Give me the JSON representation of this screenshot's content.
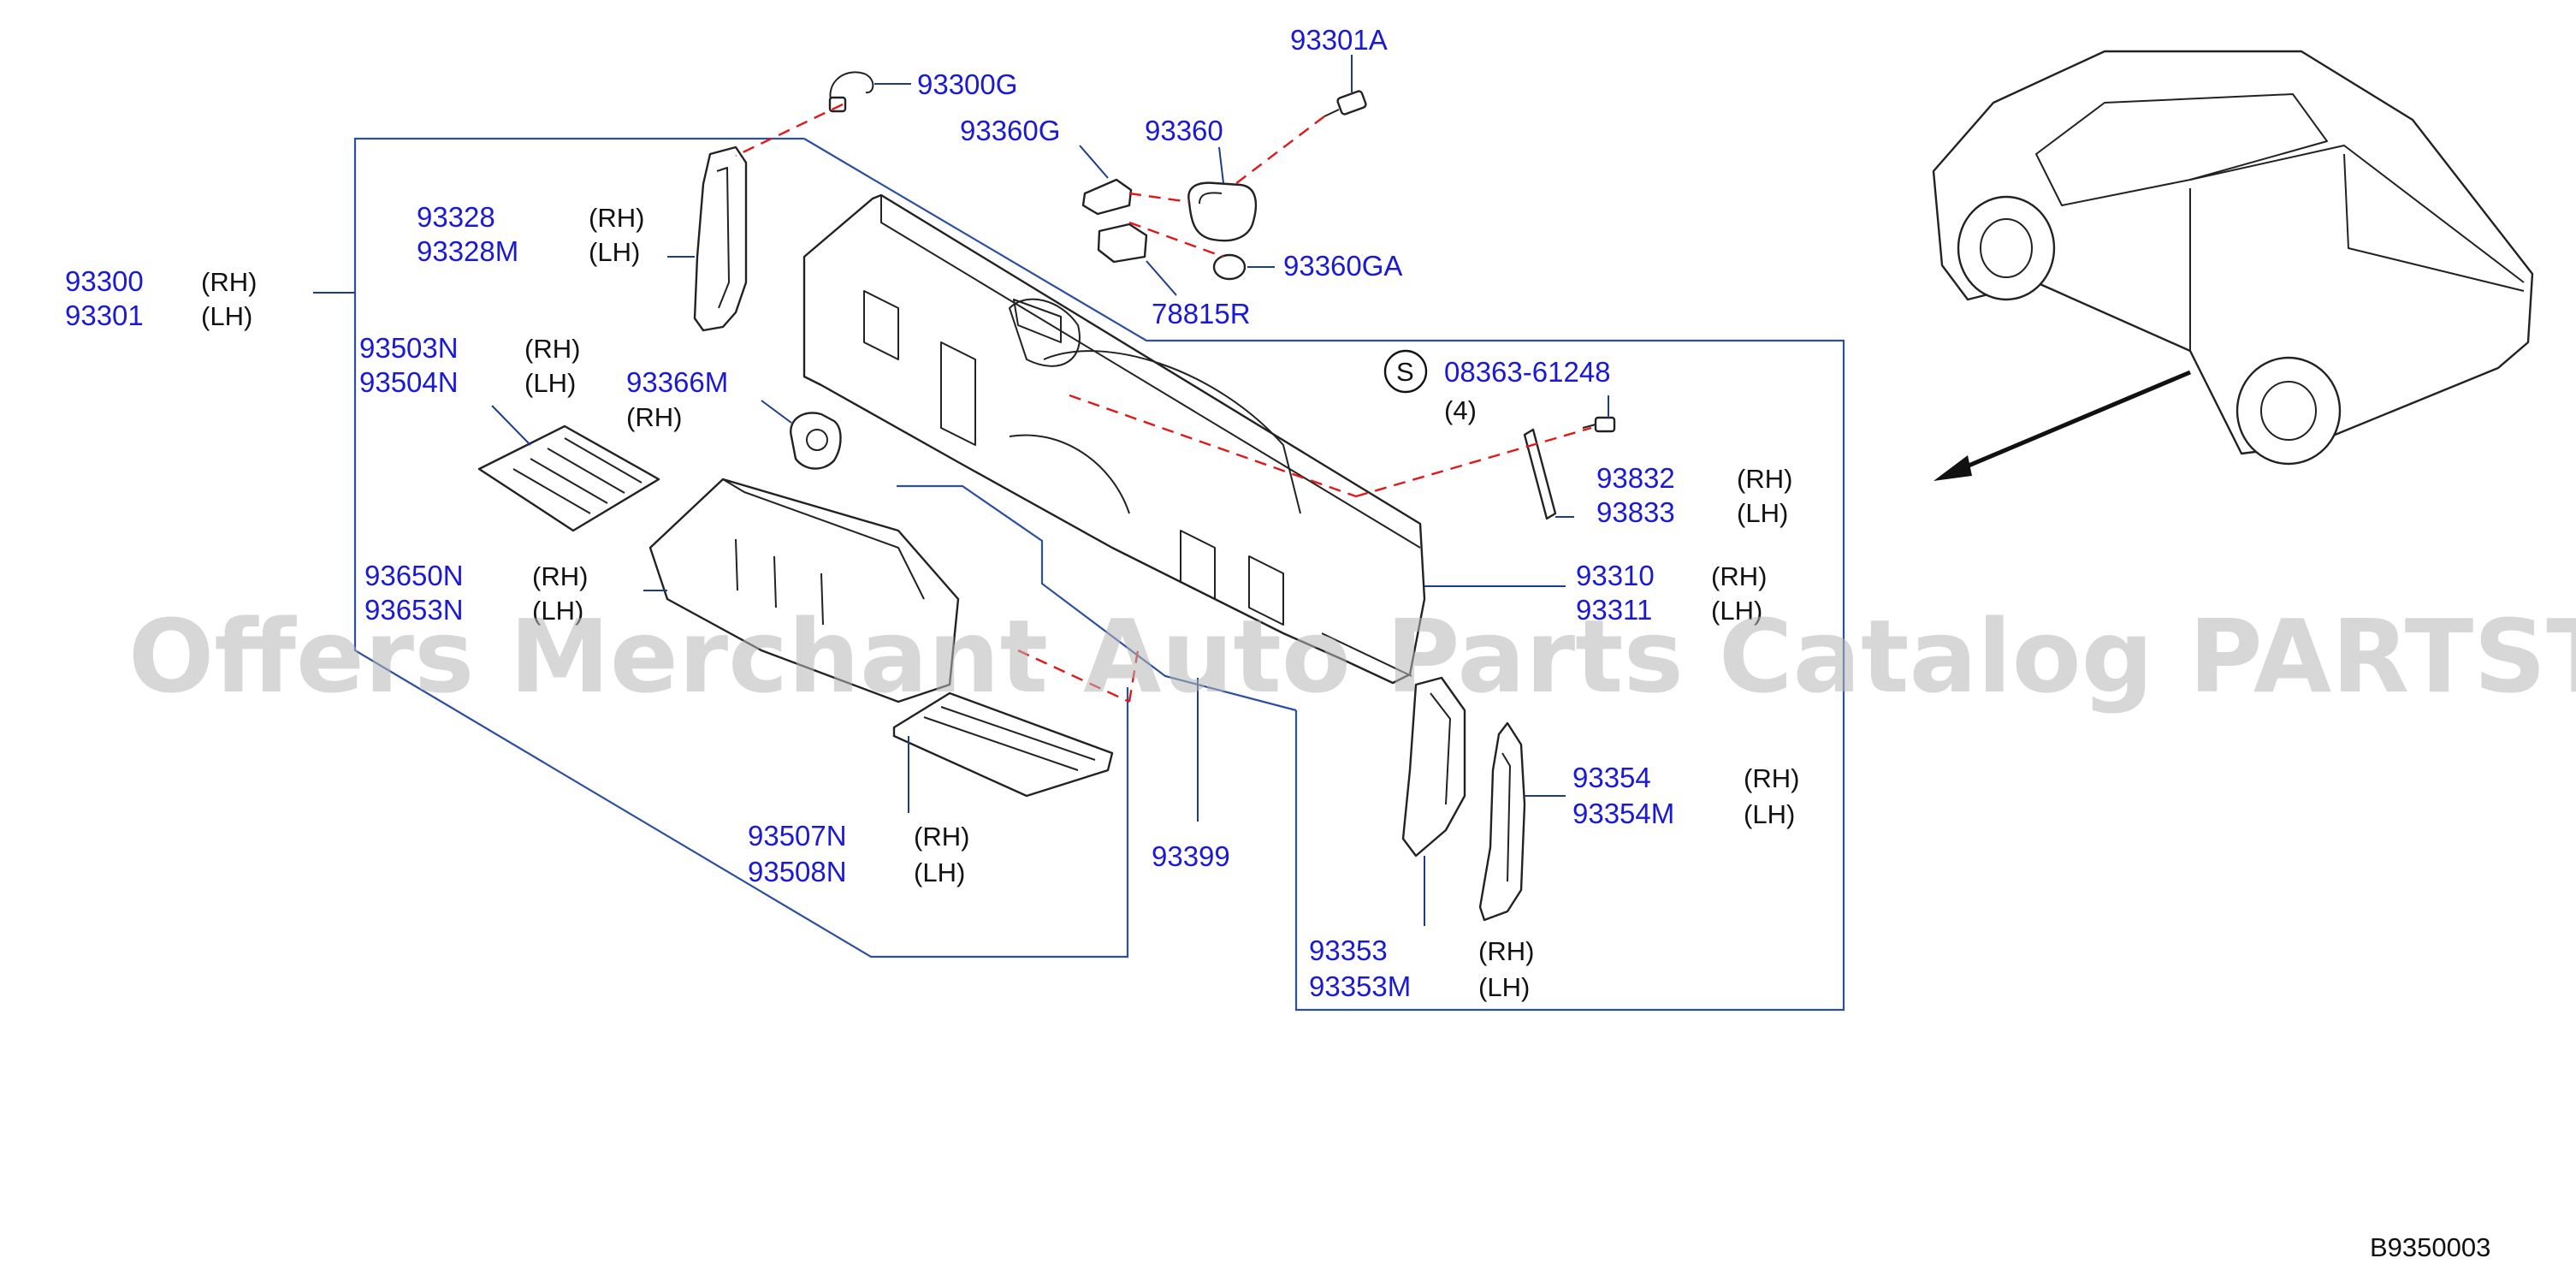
{
  "callouts": {
    "c93300G": "93300G",
    "c93301A": "93301A",
    "c93360G": "93360G",
    "c93360": "93360",
    "c93360GA": "93360GA",
    "c78815R": "78815R",
    "c93328": "93328",
    "c93328_side": "(RH)",
    "c93328M": "93328M",
    "c93328M_side": "(LH)",
    "c93300": "93300",
    "c93300_side": "(RH)",
    "c93301": "93301",
    "c93301_side": "(LH)",
    "c93503N": "93503N",
    "c93503N_side": "(RH)",
    "c93504N": "93504N",
    "c93504N_side": "(LH)",
    "c93366M": "93366M",
    "c93366M_side": "(RH)",
    "screw_symbol": "S",
    "c08363": "08363-61248",
    "c08363_qty": "(4)",
    "c93832": "93832",
    "c93832_side": "(RH)",
    "c93833": "93833",
    "c93833_side": "(LH)",
    "c93650N": "93650N",
    "c93650N_side": "(RH)",
    "c93653N": "93653N",
    "c93653N_side": "(LH)",
    "c93310": "93310",
    "c93310_side": "(RH)",
    "c93311": "93311",
    "c93311_side": "(LH)",
    "c93354": "93354",
    "c93354_side": "(RH)",
    "c93354M": "93354M",
    "c93354M_side": "(LH)",
    "c93507N": "93507N",
    "c93507N_side": "(RH)",
    "c93508N": "93508N",
    "c93508N_side": "(LH)",
    "c93399": "93399",
    "c93353": "93353",
    "c93353_side": "(RH)",
    "c93353M": "93353M",
    "c93353M_side": "(LH)"
  },
  "watermark": "Offers Merchant Auto Parts Catalog PARTSTORE.SA",
  "diagram_ref": "B9350003",
  "colors": {
    "part_number": "#1a1ad6",
    "leader": "#1e3c8c",
    "dashed_guide": "#e01818",
    "line_art": "#222222"
  }
}
